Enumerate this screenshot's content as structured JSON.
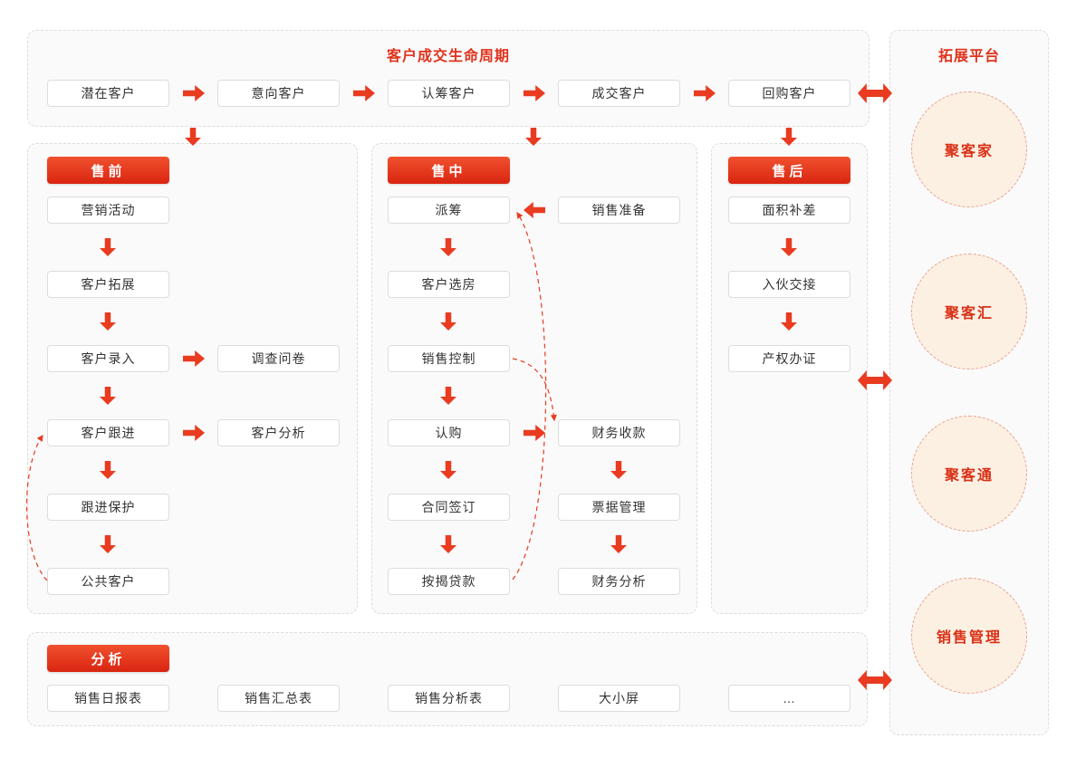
{
  "colors": {
    "accent_red": "#e93b20",
    "header_red_top": "#f0512f",
    "header_red_bottom": "#da2511",
    "section_bg": "#fafafa",
    "circle_bg": "#fcf0e3",
    "circle_border": "#e9a08f",
    "box_border": "#dddddd",
    "text_dark": "#333333"
  },
  "lifecycle": {
    "title": "客户成交生命周期",
    "stages": [
      "潜在客户",
      "意向客户",
      "认筹客户",
      "成交客户",
      "回购客户"
    ]
  },
  "presale": {
    "header": "售前",
    "flow": [
      "营销活动",
      "客户拓展",
      "客户录入",
      "客户跟进",
      "跟进保护",
      "公共客户"
    ],
    "side": [
      "调查问卷",
      "客户分析"
    ]
  },
  "midsale": {
    "header": "售中",
    "main": [
      "派筹",
      "客户选房",
      "销售控制",
      "认购",
      "合同签订",
      "按揭贷款"
    ],
    "prep": "销售准备",
    "finance": [
      "财务收款",
      "票据管理",
      "财务分析"
    ]
  },
  "aftersale": {
    "header": "售后",
    "flow": [
      "面积补差",
      "入伙交接",
      "产权办证"
    ]
  },
  "analysis": {
    "header": "分析",
    "items": [
      "销售日报表",
      "销售汇总表",
      "销售分析表",
      "大小屏",
      "…"
    ]
  },
  "platform": {
    "title": "拓展平台",
    "circles": [
      "聚客家",
      "聚客汇",
      "聚客通",
      "销售管理"
    ]
  }
}
